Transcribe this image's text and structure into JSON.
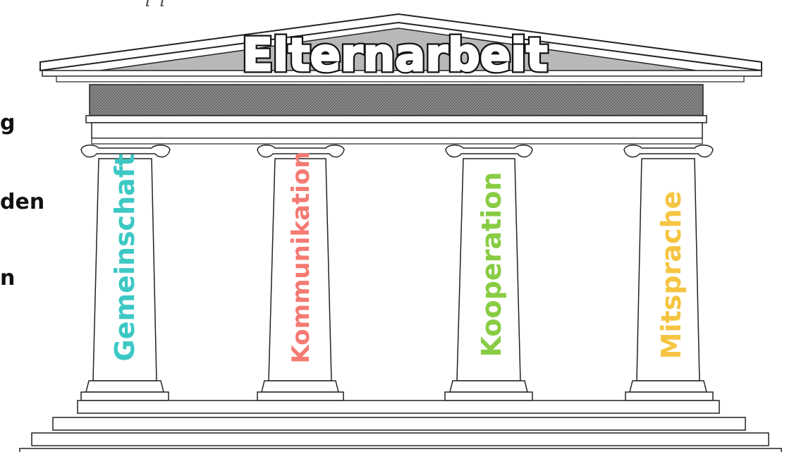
{
  "title": "Elternarbeit",
  "top_text": "ı ı",
  "side_fragments": [
    "g",
    "den",
    "n"
  ],
  "pillars": [
    {
      "label": "Gemeinschaft",
      "color": "#3cc8c4"
    },
    {
      "label": "Kommunikation",
      "color": "#f47a72"
    },
    {
      "label": "Kooperation",
      "color": "#88cc44"
    },
    {
      "label": "Mitsprache",
      "color": "#f5c542"
    }
  ]
}
